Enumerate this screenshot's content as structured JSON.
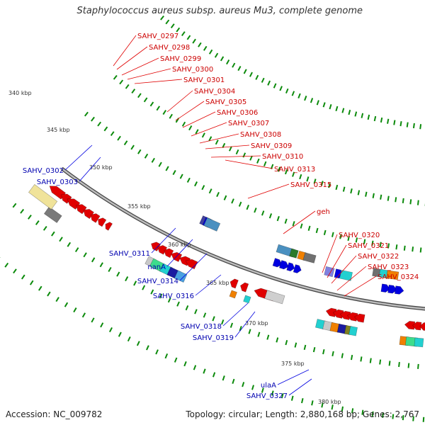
{
  "title": "Staphylococcus aureus subsp. aureus Mu3, complete genome",
  "footer": {
    "accession": "Accession: NC_009782",
    "summary": "Topology: circular; Length: 2,880,168 bp; Genes: 2,767"
  },
  "colors": {
    "strand_red": "#e00000",
    "strand_blue": "#0000e0",
    "backbone": "#8a8a8a",
    "ticks": "#0b8a0b"
  },
  "kbp_ticks": [
    "340 kbp",
    "345 kbp",
    "350 kbp",
    "355 kbp",
    "360 kbp",
    "365 kbp",
    "370 kbp",
    "375 kbp",
    "380 kbp"
  ],
  "gene_labels": {
    "top": [
      "SAHV_0297",
      "SAHV_0298",
      "SAHV_0299",
      "SAHV_0300",
      "SAHV_0301",
      "SAHV_0304",
      "SAHV_0305",
      "SAHV_0306",
      "SAHV_0307",
      "SAHV_0308",
      "SAHV_0309",
      "SAHV_0310",
      "SAHV_0313",
      "SAHV_0315",
      "geh",
      "SAHV_0320",
      "SAHV_0321",
      "SAHV_0322",
      "SAHV_0323",
      "SAHV_0324"
    ],
    "bottom": [
      "SAHV_0302",
      "SAHV_0303",
      "SAHV_0311",
      "nanA",
      "SAHV_0314",
      "SAHV_0316",
      "SAHV_0318",
      "SAHV_0319",
      "ulaA",
      "SAHV_0327"
    ]
  }
}
